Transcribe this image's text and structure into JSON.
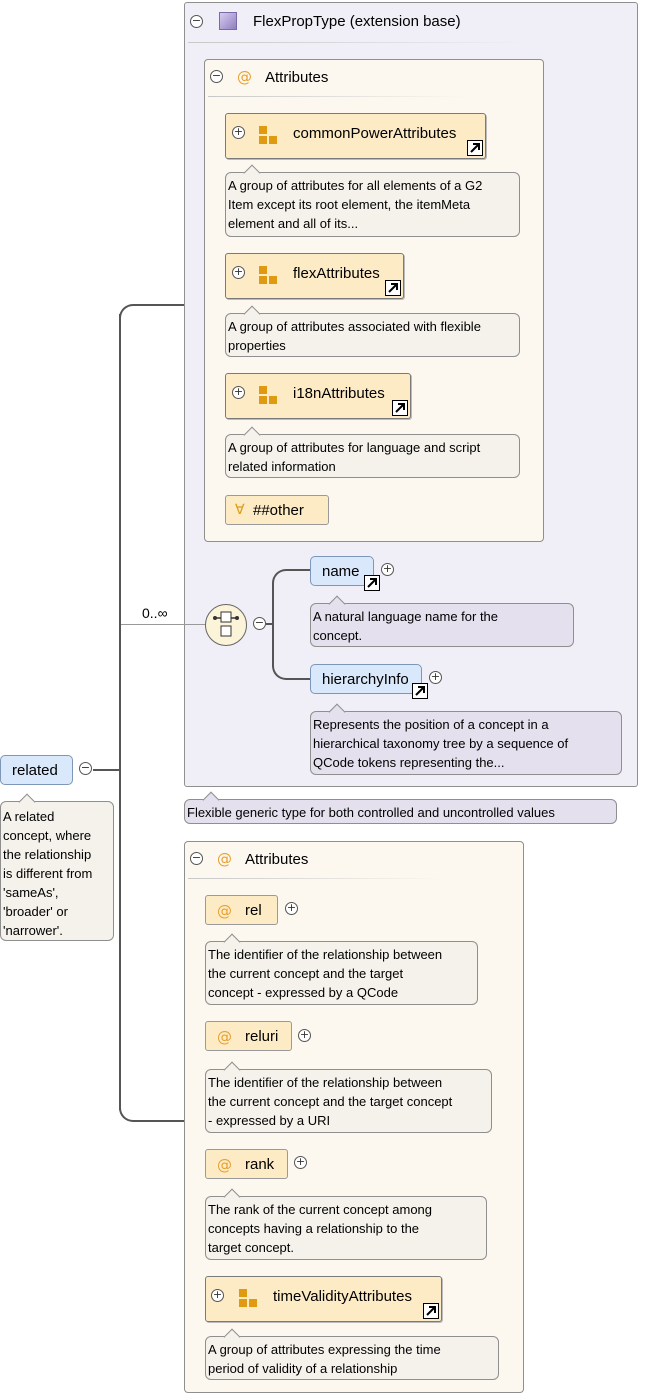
{
  "root": {
    "name": "related",
    "doc": [
      "A related",
      "concept, where",
      "the relationship",
      "is different from",
      "'sameAs',",
      "'broader' or",
      "'narrower'."
    ]
  },
  "cardinality": "0..∞",
  "extension": {
    "title": "FlexPropType (extension base)",
    "doc": "Flexible generic type for both controlled and uncontrolled values",
    "attributes_title": "Attributes",
    "groups": [
      {
        "name": "commonPowerAttributes",
        "doc": [
          "A group of attributes for all elements of a G2",
          "Item except its root element, the itemMeta",
          "element and all of its..."
        ]
      },
      {
        "name": "flexAttributes",
        "doc": [
          "A group of attributes associated with flexible",
          "properties"
        ]
      },
      {
        "name": "i18nAttributes",
        "doc": [
          "A group of attributes for language and script",
          "related information"
        ]
      }
    ],
    "any_attribute": "##other",
    "any_symbol": "∀",
    "sequence": [
      {
        "name": "name",
        "doc": [
          "A natural language name for the",
          "concept."
        ]
      },
      {
        "name": "hierarchyInfo",
        "doc": [
          "Represents the position of a concept in a",
          "hierarchical taxonomy tree by a sequence of",
          "QCode tokens representing the..."
        ]
      }
    ]
  },
  "attributes": {
    "title": "Attributes",
    "items": [
      {
        "name": "rel",
        "doc": [
          "The identifier of the relationship between",
          "the current concept and the target",
          "concept - expressed by a QCode"
        ]
      },
      {
        "name": "reluri",
        "doc": [
          "The identifier of the relationship between",
          "the current concept and the target concept",
          "- expressed by a URI"
        ]
      },
      {
        "name": "rank",
        "doc": [
          "The rank of the current concept among",
          "concepts having a relationship to the",
          "target concept."
        ]
      }
    ],
    "group": {
      "name": "timeValidityAttributes",
      "doc": [
        "A group of attributes expressing the time",
        "period of validity of a relationship"
      ]
    }
  },
  "symbols": {
    "attribute": "@",
    "collapse": "−",
    "expand": "+"
  },
  "icons": [
    "collapse-icon",
    "expand-icon",
    "attribute-icon",
    "attribute-group-icon",
    "link-arrow-icon",
    "sequence-icon",
    "complex-type-icon",
    "any-attribute-icon"
  ]
}
